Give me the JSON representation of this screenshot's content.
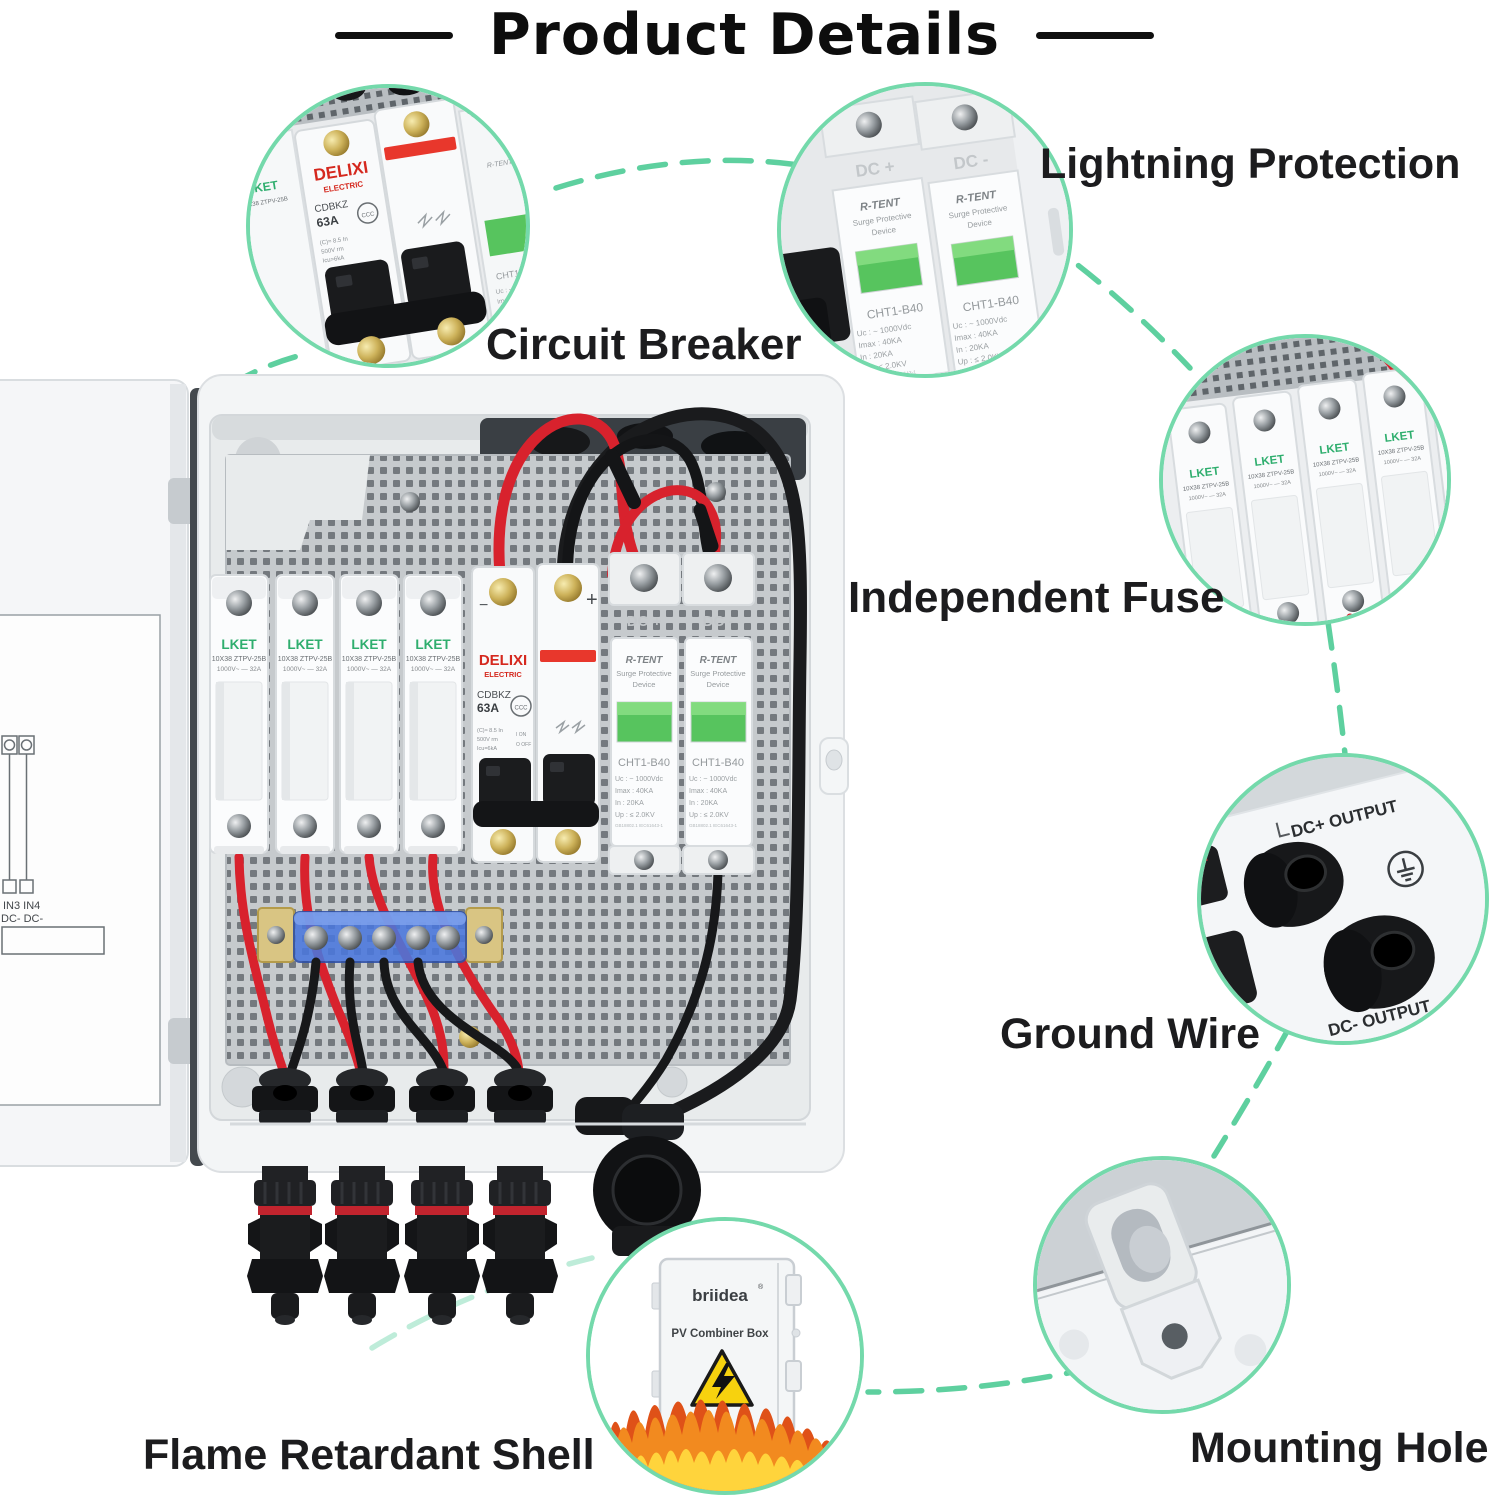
{
  "title": "Product Details",
  "callouts": {
    "circuit_breaker": "Circuit Breaker",
    "lightning_protection": "Lightning Protection",
    "independent_fuse": "Independent Fuse",
    "ground_wire": "Ground Wire",
    "mounting_holes": "Mounting Holes",
    "flame_retardant_shell": "Flame Retardant Shell"
  },
  "devices": {
    "fuse": {
      "brand": "LKET",
      "model": "10X38 ZTPV-25B",
      "rating": "1000V~ — 32A"
    },
    "breaker": {
      "brand": "DELIXI",
      "brand_sub": "ELECTRIC",
      "model": "CDBKZ",
      "current": "63A",
      "cert": "CCC",
      "spec_line1": "(C)≈ 8.5 In",
      "spec_line2": "500V rm",
      "spec_line3": "Icu=6kA",
      "on": "I ON",
      "off": "O OFF",
      "plus": "+",
      "minus": "−"
    },
    "spd": {
      "brand": "R-TENT",
      "line1": "Surge Protective",
      "line2": "Device",
      "model": "CHT1-B40",
      "spec_uc": "Uc : ~ 1000Vdc",
      "spec_imax": "Imax :  40KA",
      "spec_in": "In :     20KA",
      "spec_up": "Up : ≤  2.0KV",
      "cert": "GB18802.1 IEC61643-1",
      "terminal_pos": "DC +",
      "terminal_neg": "DC -"
    }
  },
  "door_diagram": {
    "line1": "IN3 IN4",
    "line2": "DC- DC-"
  },
  "outputs": {
    "positive": "DC+ OUTPUT",
    "negative": "DC- OUTPUT"
  },
  "shell": {
    "brand": "briidea",
    "reg": "®",
    "product": "PV Combiner Box"
  },
  "colors": {
    "accent_green": "#74d9ab",
    "dash_green": "#4ccb95",
    "label_text": "#1c1c1e",
    "delixi_red": "#d5281e",
    "lket_green": "#2fae6e",
    "spd_window_green": "#57c45e"
  }
}
